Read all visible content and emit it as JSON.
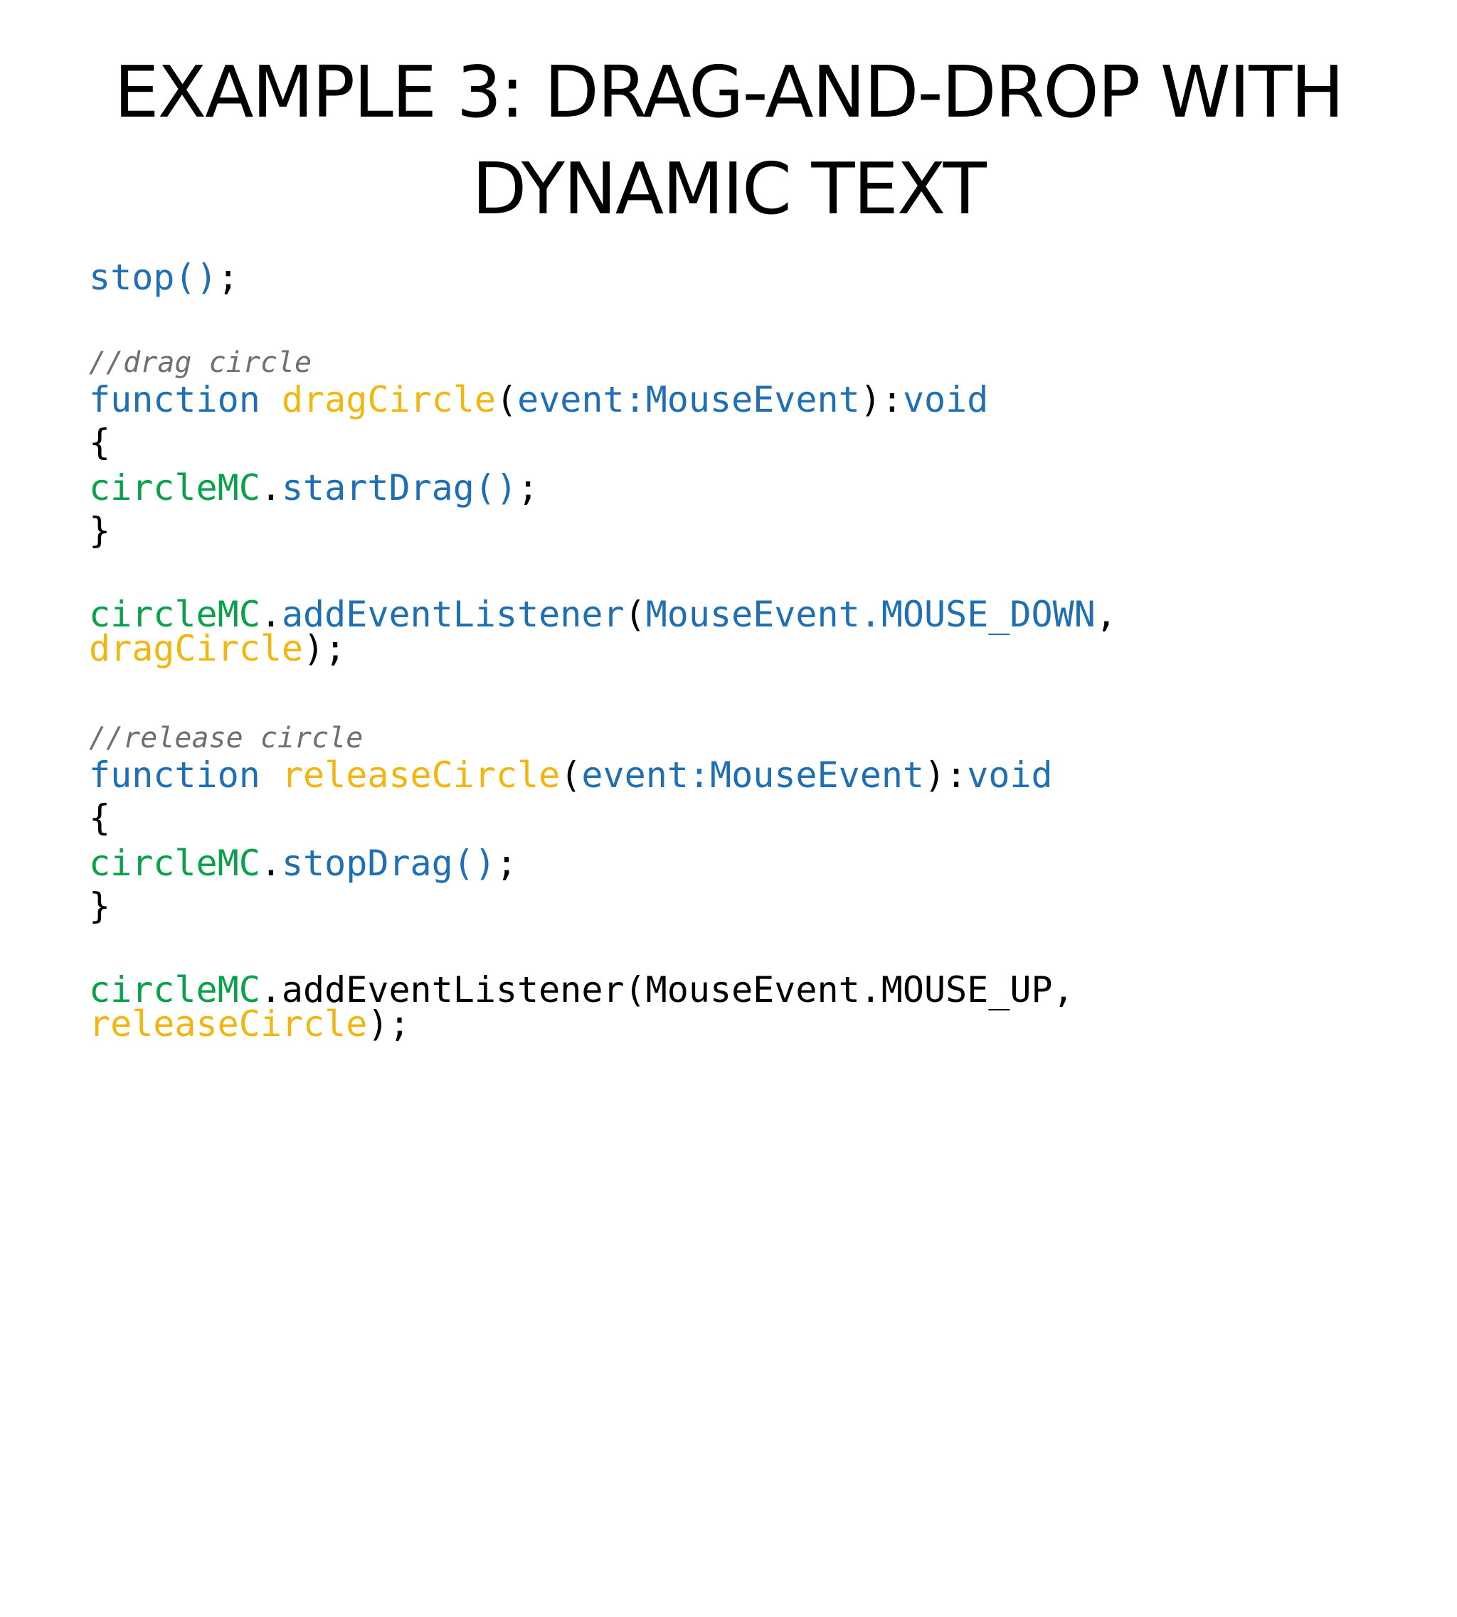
{
  "title": {
    "line1": "EXAMPLE 3: DRAG-AND-DROP WITH",
    "line2": "DYNAMIC TEXT"
  },
  "colors": {
    "keyword": "#1f6fb5",
    "function_name": "#f2b611",
    "object": "#0aa14b",
    "comment": "#6f6f6f",
    "plain": "#000000"
  },
  "code": {
    "l1": {
      "a": "stop()",
      "b": ";"
    },
    "c1": "//drag circle",
    "l2": {
      "a": "function ",
      "b": "dragCircle",
      "c": "(",
      "d": "event:MouseEvent",
      "e": "):",
      "f": "void"
    },
    "l3": "{",
    "l4": {
      "a": "circleMC",
      "b": ".",
      "c": "startDrag()",
      "d": ";"
    },
    "l5": "}",
    "l6": {
      "a": "circleMC",
      "b": ".",
      "c": "addEventListener",
      "d": "(",
      "e": "MouseEvent.MOUSE_DOWN",
      "f": ","
    },
    "l7": {
      "a": "dragCircle",
      "b": ");"
    },
    "c2": "//release circle",
    "l8": {
      "a": "function ",
      "b": "releaseCircle",
      "c": "(",
      "d": "event:MouseEvent",
      "e": "):",
      "f": "void"
    },
    "l9": "{",
    "l10": {
      "a": "circleMC",
      "b": ".",
      "c": "stopDrag()",
      "d": ";"
    },
    "l11": "}",
    "l12": {
      "a": "circleMC",
      "b": ".addEventListener(MouseEvent.MOUSE_UP,"
    },
    "l13": {
      "a": "releaseCircle",
      "b": ");"
    }
  }
}
